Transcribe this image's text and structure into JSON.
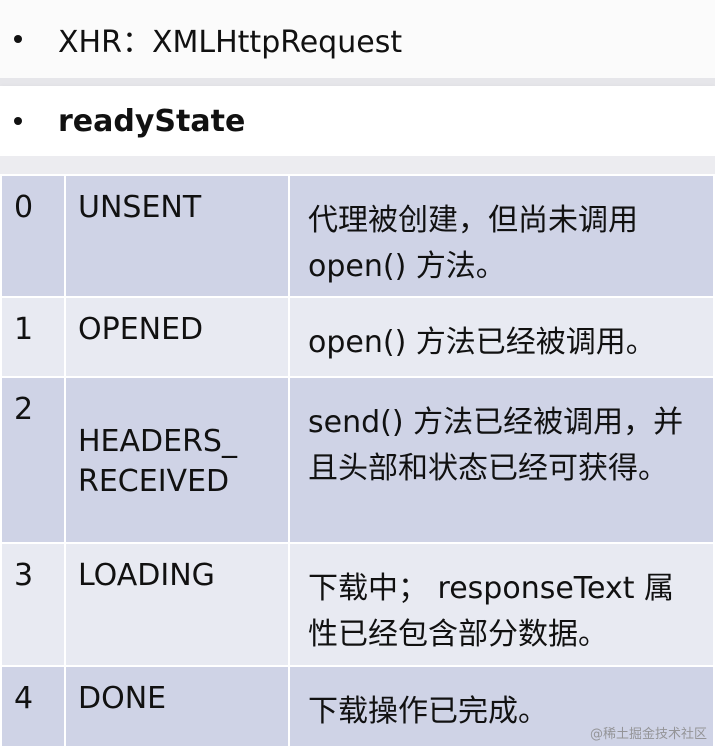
{
  "bullets": [
    {
      "text": "XHR：XMLHttpRequest"
    },
    {
      "text": "readyState"
    }
  ],
  "states": [
    {
      "num": "0",
      "name": "UNSENT",
      "desc": "代理被创建，但尚未调用 open() 方法。"
    },
    {
      "num": "1",
      "name": "OPENED",
      "desc": "open() 方法已经被调用。"
    },
    {
      "num": "2",
      "name": "HEADERS_ RECEIVED",
      "desc": "send() 方法已经被调用，并且头部和状态已经可获得。"
    },
    {
      "num": "3",
      "name": "LOADING",
      "desc": "下载中； responseText 属性已经包含部分数据。"
    },
    {
      "num": "4",
      "name": "DONE",
      "desc": "下载操作已完成。"
    }
  ],
  "watermark": "@稀土掘金技术社区"
}
